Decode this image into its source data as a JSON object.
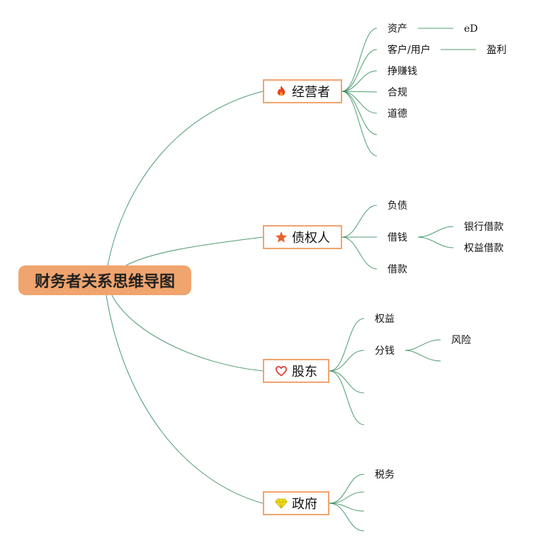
{
  "root": {
    "label": "财务者关系思维导图"
  },
  "branches": [
    {
      "label": "经营者",
      "icon": "fire-icon",
      "children": [
        "资产",
        "客户/用户",
        "挣赚钱",
        "合规",
        "道德"
      ],
      "sub": [
        {
          "parent": "资产",
          "label": "eD"
        },
        {
          "parent": "客户/用户",
          "label": "盈利"
        }
      ]
    },
    {
      "label": "债权人",
      "icon": "star-icon",
      "children": [
        "负债",
        "借钱",
        "借款"
      ],
      "sub": [
        {
          "parent": "借钱",
          "label": "银行借款"
        },
        {
          "parent": "借钱",
          "label": "权益借款"
        }
      ]
    },
    {
      "label": "股东",
      "icon": "heart-icon",
      "children": [
        "权益",
        "分钱"
      ],
      "sub": [
        {
          "parent": "分钱",
          "label": "风险"
        }
      ]
    },
    {
      "label": "政府",
      "icon": "diamond-icon",
      "children": [
        "税务"
      ],
      "sub": []
    }
  ],
  "colors": {
    "root_fill": "#f0a46e",
    "branch_border": "#f0a46e",
    "connector": "#2e8b57",
    "fire": "#e8401c",
    "star": "#e8622c",
    "heart": "#d9433a",
    "diamond": "#f5e11c"
  }
}
